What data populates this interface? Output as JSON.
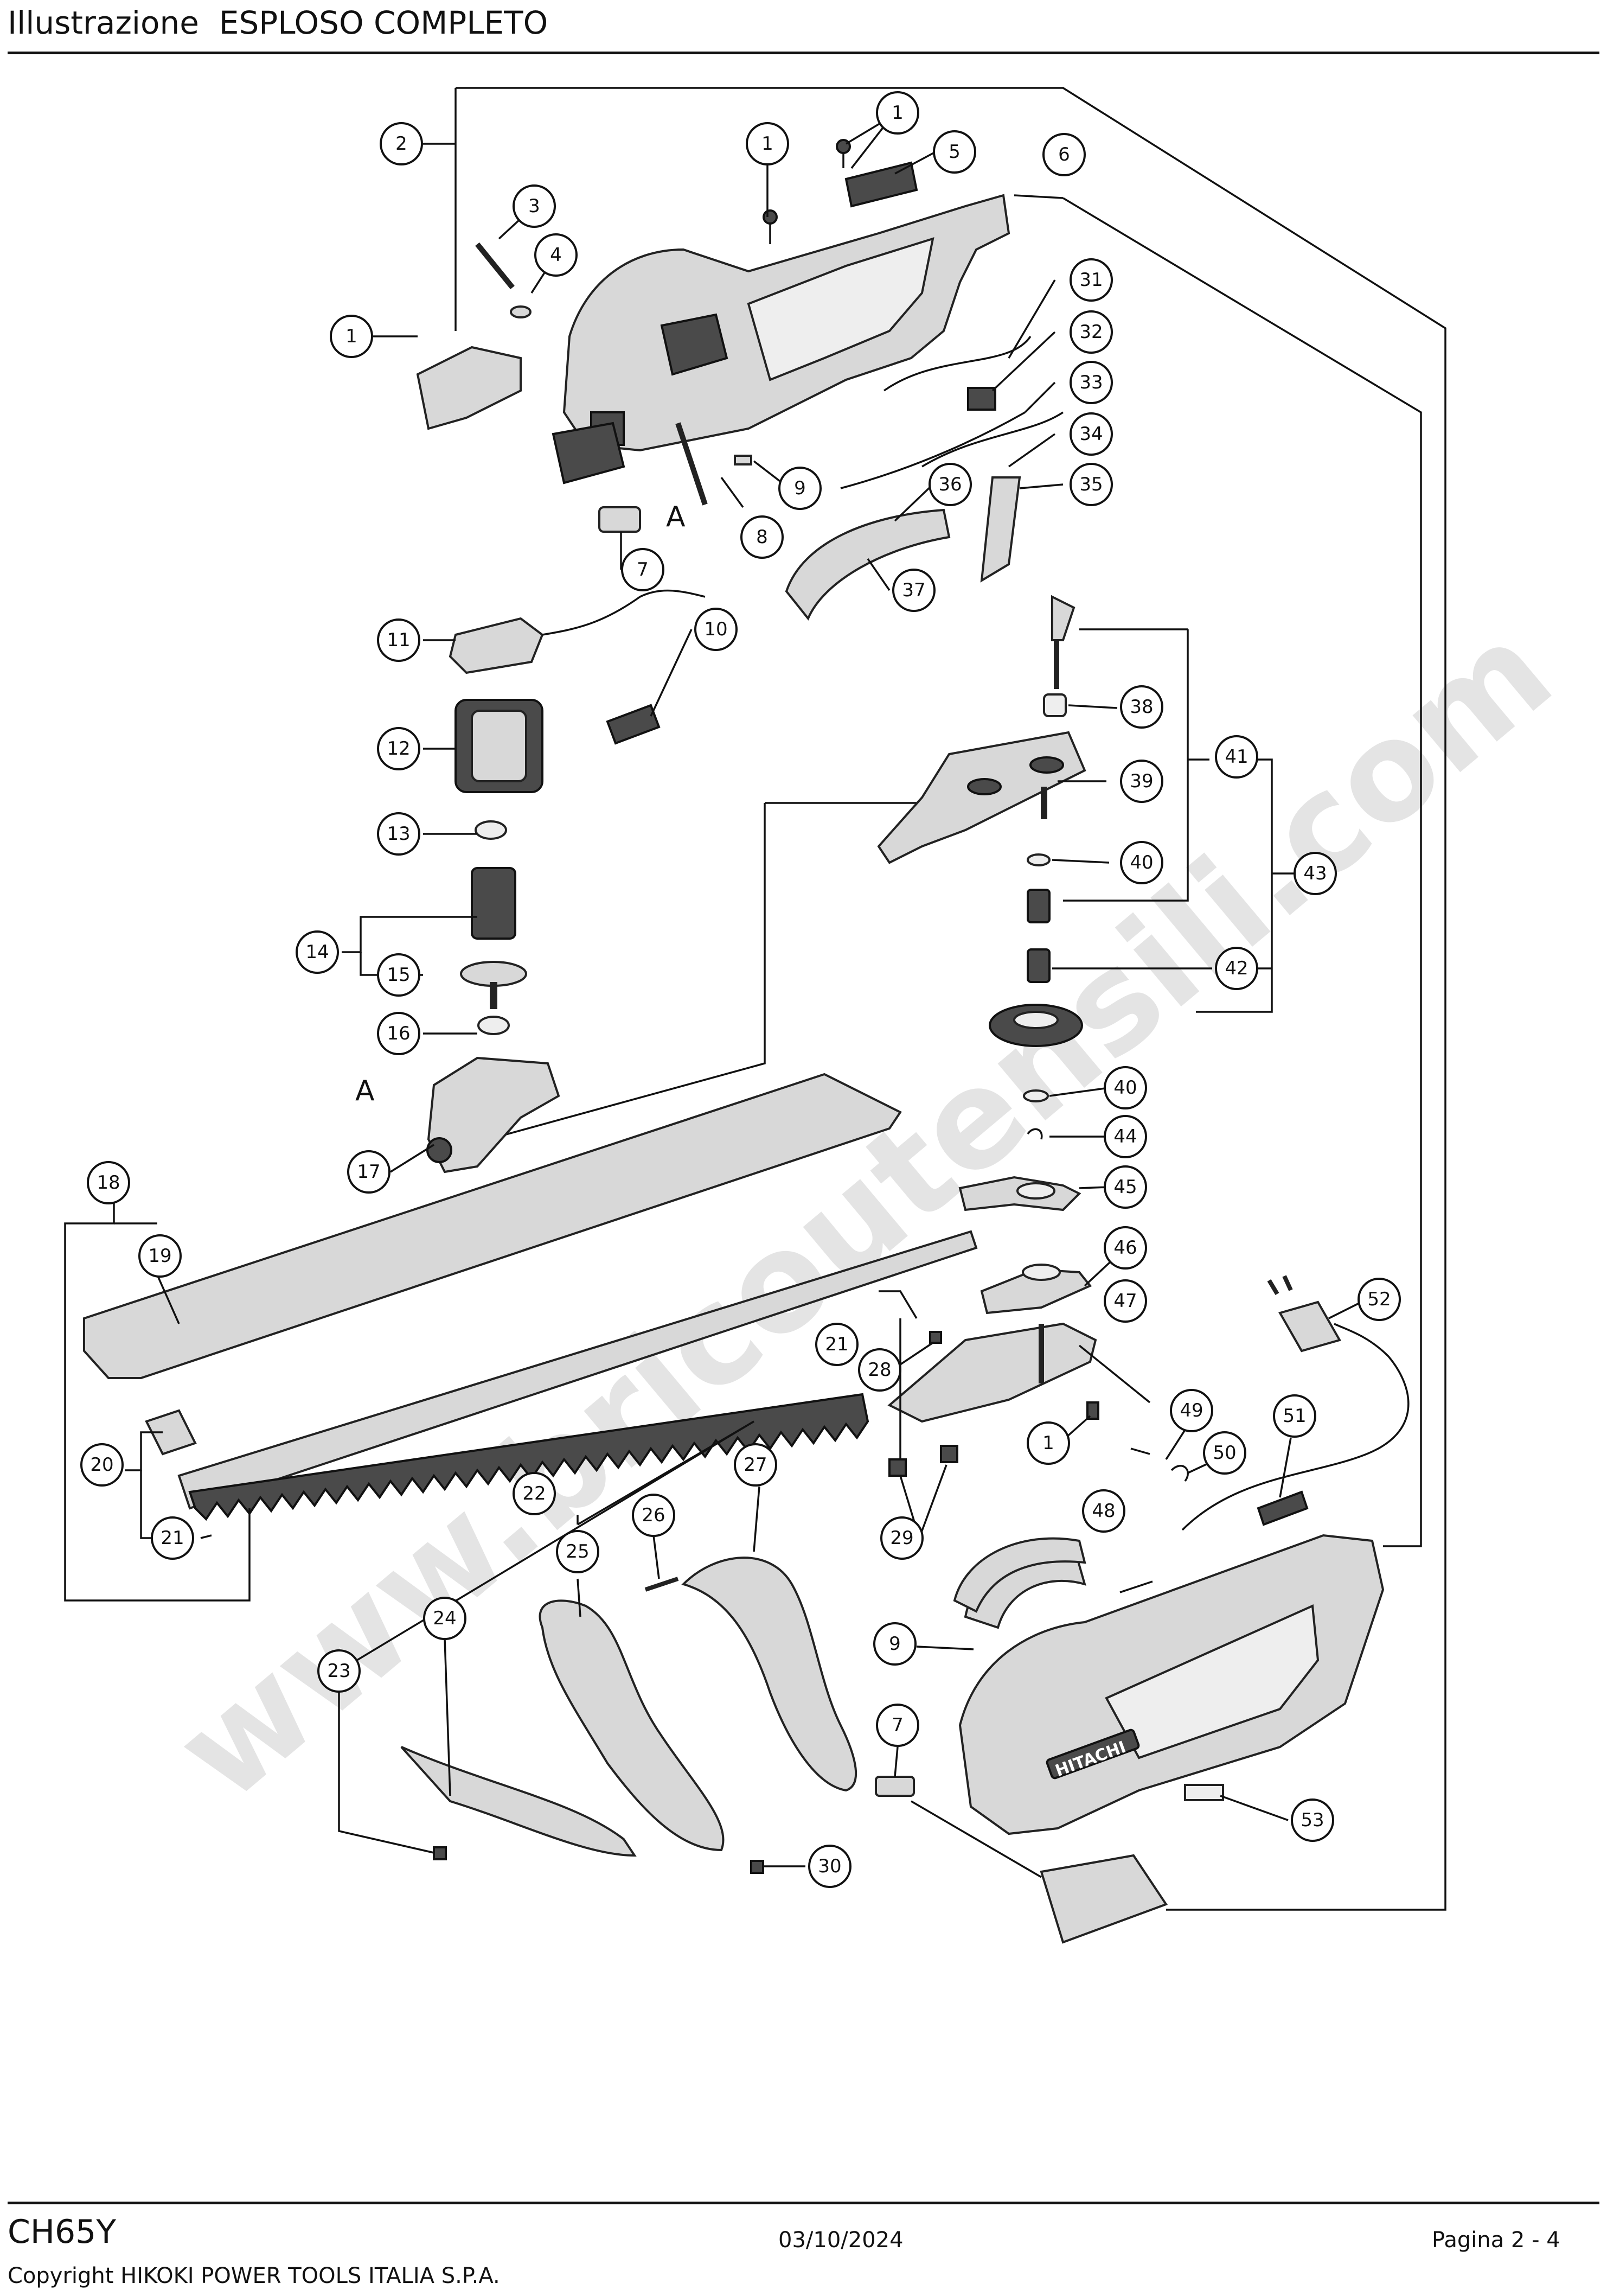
{
  "header": {
    "title": "Illustrazione  ESPLOSO COMPLETO"
  },
  "watermark": "www.bricoutensili.com",
  "callouts": {
    "c1": "1",
    "c2": "2",
    "c3": "3",
    "c4": "4",
    "c5": "5",
    "c6": "6",
    "c7": "7",
    "c8": "8",
    "c9": "9",
    "c10": "10",
    "c11": "11",
    "c12": "12",
    "c13": "13",
    "c14": "14",
    "c15": "15",
    "c16": "16",
    "c17": "17",
    "c18": "18",
    "c19": "19",
    "c20": "20",
    "c21": "21",
    "c22": "22",
    "c23": "23",
    "c24": "24",
    "c25": "25",
    "c26": "26",
    "c27": "27",
    "c28": "28",
    "c29": "29",
    "c30": "30",
    "c31": "31",
    "c32": "32",
    "c33": "33",
    "c34": "34",
    "c35": "35",
    "c36": "36",
    "c37": "37",
    "c38": "38",
    "c39": "39",
    "c40": "40",
    "c41": "41",
    "c42": "42",
    "c43": "43",
    "c44": "44",
    "c45": "45",
    "c46": "46",
    "c47": "47",
    "c48": "48",
    "c49": "49",
    "c50": "50",
    "c51": "51",
    "c52": "52",
    "c53": "53"
  },
  "markers": {
    "a": "A"
  },
  "brand_on_housing": "HITACHI",
  "footer": {
    "model": "CH65Y",
    "date": "03/10/2024",
    "page": "Pagina 2 - 4",
    "copyright": "Copyright HIKOKI POWER TOOLS ITALIA S.P.A."
  }
}
